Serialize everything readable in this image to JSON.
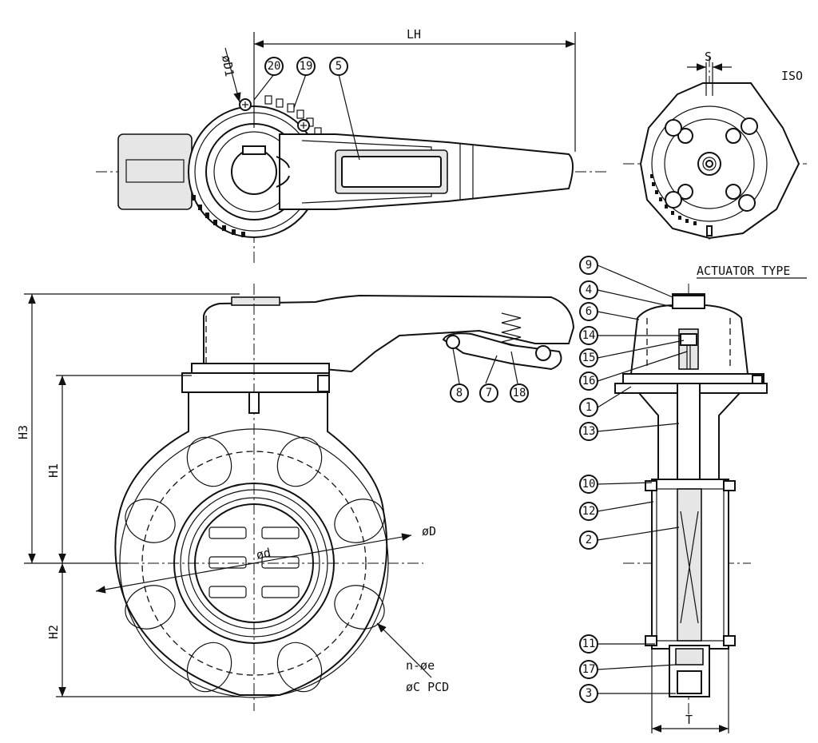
{
  "dimensions": {
    "lh": "LH",
    "s": "S",
    "d1": "øD1",
    "h1": "H1",
    "h2": "H2",
    "h3": "H3",
    "t": "T",
    "d_outer": "øD",
    "d_inner": "ød",
    "ne": "n-øe",
    "pcd": "øC PCD"
  },
  "labels": {
    "iso": "ISO",
    "actuator_type": "ACTUATOR TYPE"
  },
  "balloons": {
    "b20": "20",
    "b19": "19",
    "b5": "5",
    "b9": "9",
    "b4": "4",
    "b6": "6",
    "b14": "14",
    "b15": "15",
    "b16": "16",
    "b1": "1",
    "b13": "13",
    "b10": "10",
    "b12": "12",
    "b2": "2",
    "b11": "11",
    "b17": "17",
    "b3": "3",
    "b8": "8",
    "b7": "7",
    "b18": "18"
  }
}
